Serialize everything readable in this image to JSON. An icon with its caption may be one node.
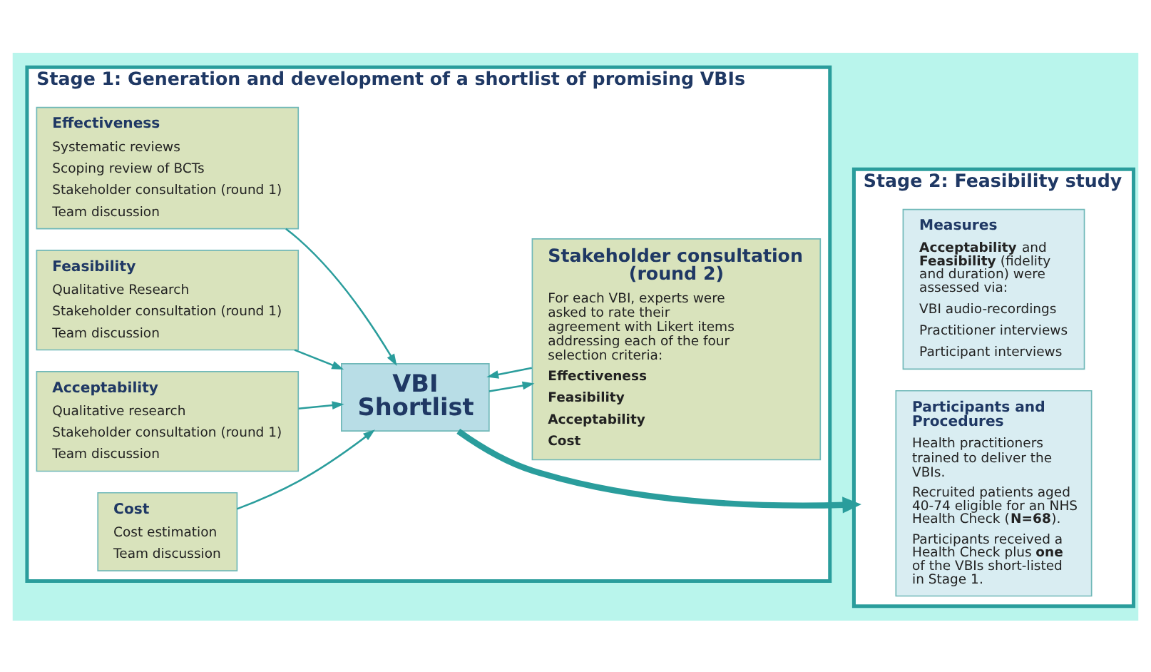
{
  "diagram": {
    "nodes": [
      {
        "text": [
          "Stage 1: Generation and development of a shortlist of promising VBIs"
        ]
      },
      {
        "text": [
          "Effectiveness",
          "Systematic reviews",
          "Scoping review of BCTs",
          "Stakeholder consultation (round 1)",
          "Team discussion"
        ],
        "in": 0
      },
      {
        "text": [
          "Feasibility",
          "Qualitative Research",
          "Stakeholder consultation (round 1)",
          "Team discussion"
        ],
        "in": 0
      },
      {
        "text": [
          "Acceptability",
          "Qualitative research",
          "Stakeholder consultation (round 1)",
          "Team discussion"
        ],
        "in": 0
      },
      {
        "text": [
          "Cost",
          "Cost estimation",
          "Team discussion"
        ],
        "in": 0
      },
      {
        "text": [
          "VBI Shortlist"
        ],
        "in": 0
      },
      {
        "text": [
          "Stakeholder consultation (round 2)",
          "For each VBI, experts were asked to rate their agreement with Likert items addressing each of the four selection criteria:",
          "Effectiveness",
          "Feasibility",
          "Acceptability",
          "Cost"
        ],
        "in": 0
      },
      {
        "text": [
          "Stage 2: Feasibility study"
        ]
      },
      {
        "text": [
          "Participants and Procedures",
          "Health practitioners trained to deliver the VBIs.",
          "Recruited patients aged 40-74 eligible for an NHS Health Check (**N=68**).",
          "Participants received a Health Check plus **one** of the VBIs short-listed in Stage 1."
        ],
        "in": 7
      },
      {
        "text": [
          "Measures",
          "**Acceptability** and **Feasibility** (fidelity and duration) were assessed via:",
          "VBI audio-recordings",
          "Practitioner interviews",
          "Participant interviews"
        ],
        "in": 7
      }
    ],
    "edges": [
      {
        "from": 1,
        "to": 5,
        "arrow": "to"
      },
      {
        "from": 2,
        "to": 5,
        "arrow": "to"
      },
      {
        "from": 3,
        "to": 5,
        "arrow": "to"
      },
      {
        "from": 4,
        "to": 5,
        "arrow": "to"
      },
      {
        "from": 5,
        "to": 6,
        "arrow": "to"
      },
      {
        "from": 6,
        "to": 5,
        "arrow": "to"
      },
      {
        "from": 5,
        "to": 7,
        "arrow": "to",
        "style": "thick"
      }
    ]
  }
}
